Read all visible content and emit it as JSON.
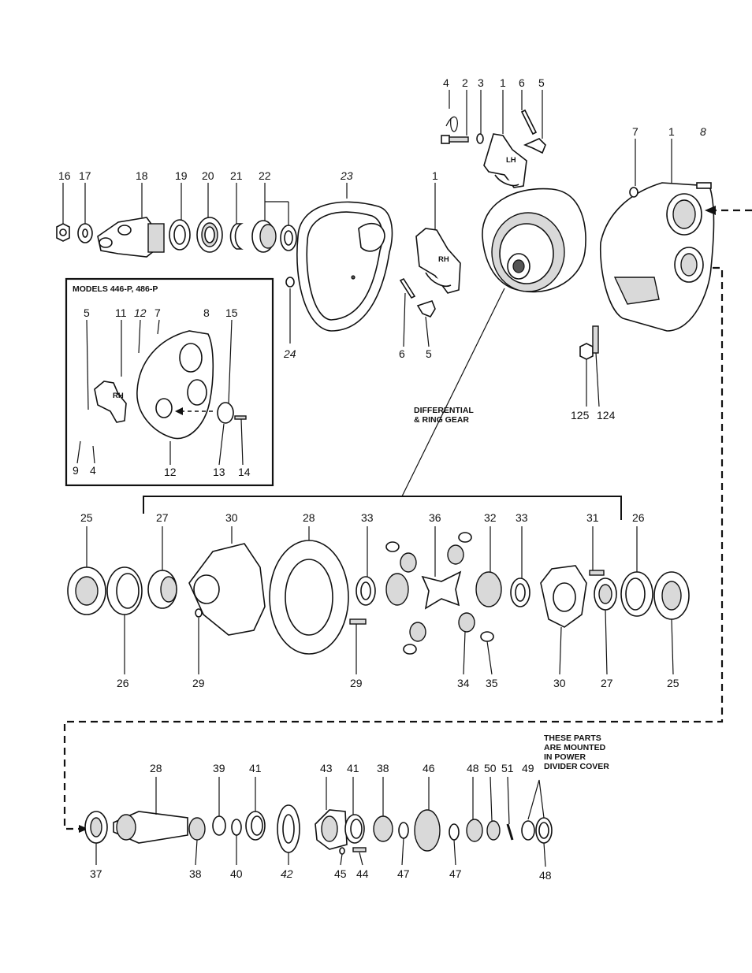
{
  "inset": {
    "title": "MODELS 446-P, 486-P",
    "side_tag": "RH",
    "labels": [
      "5",
      "11",
      "12",
      "7",
      "8",
      "15",
      "9",
      "4",
      "12",
      "13",
      "14"
    ]
  },
  "notes": {
    "differential": [
      "DIFFERENTIAL",
      "& RING GEAR"
    ],
    "power_divider": [
      "THESE PARTS",
      "ARE MOUNTED",
      "IN POWER",
      "DIVIDER COVER"
    ]
  },
  "side_tags": {
    "lh": "LH",
    "rh": "RH"
  },
  "top_labels": [
    "4",
    "2",
    "3",
    "1",
    "6",
    "5",
    "7",
    "1",
    "8",
    "16",
    "17",
    "18",
    "19",
    "20",
    "21",
    "22",
    "23",
    "1",
    "24",
    "6",
    "5",
    "125",
    "124"
  ],
  "mid_labels": [
    "25",
    "27",
    "30",
    "28",
    "33",
    "36",
    "32",
    "33",
    "31",
    "26",
    "26",
    "29",
    "29",
    "34",
    "35",
    "30",
    "27",
    "25"
  ],
  "bottom_labels": [
    "28",
    "39",
    "41",
    "43",
    "41",
    "38",
    "46",
    "48",
    "50",
    "51",
    "49",
    "37",
    "38",
    "40",
    "42",
    "45",
    "44",
    "47",
    "47",
    "48"
  ]
}
